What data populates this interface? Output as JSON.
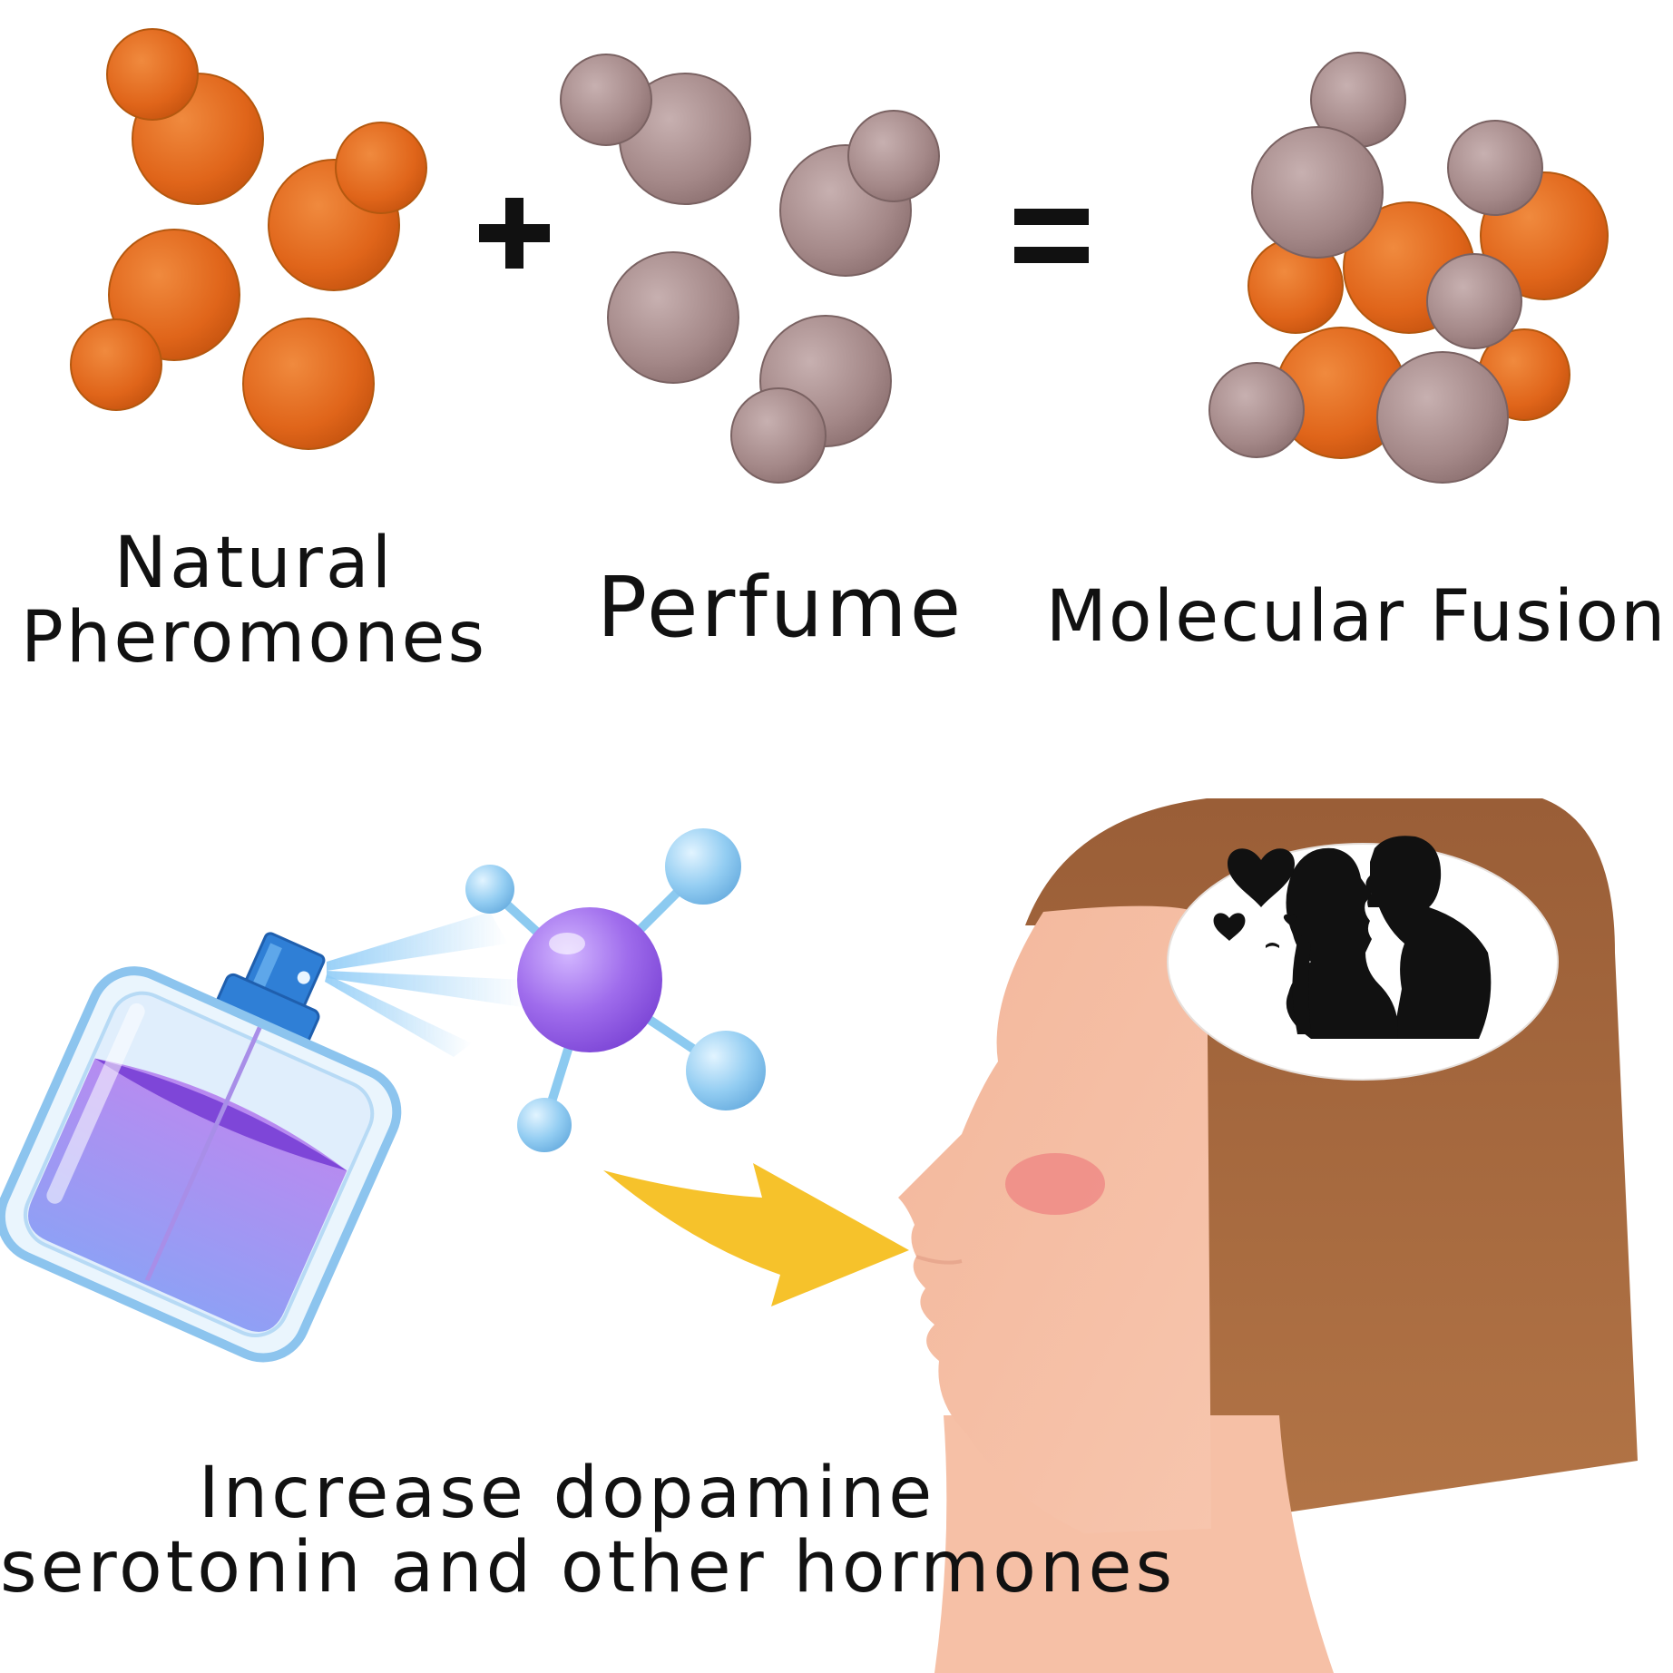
{
  "labels": {
    "pheromones_line1": "Natural",
    "pheromones_line2": "Pheromones",
    "perfume": "Perfume",
    "fusion": "Molecular Fusion",
    "caption_line1": "Increase dopamine",
    "caption_line2": "serotonin and other hormones"
  },
  "operators": {
    "plus": "+",
    "equals": "="
  },
  "colors": {
    "pheromone_orange": "#e46a1c",
    "perfume_mauve": "#a88c8c",
    "liquid_purple": "#a77df0",
    "bottle_blue": "#2f7fd6",
    "molecule_center": "#9a62e8",
    "molecule_atom": "#8ccaf0",
    "arrow_yellow": "#f6c22b",
    "hair_brown": "#a5673d",
    "skin": "#f5b79c",
    "cheek": "#ef8b86",
    "silhouette": "#111111"
  },
  "icons": [
    "pheromone-molecules",
    "perfume-molecules",
    "fused-molecules",
    "perfume-bottle-icon",
    "molecule-icon",
    "arrow-icon",
    "head-profile",
    "couple-silhouette-icon",
    "heart-icon"
  ]
}
